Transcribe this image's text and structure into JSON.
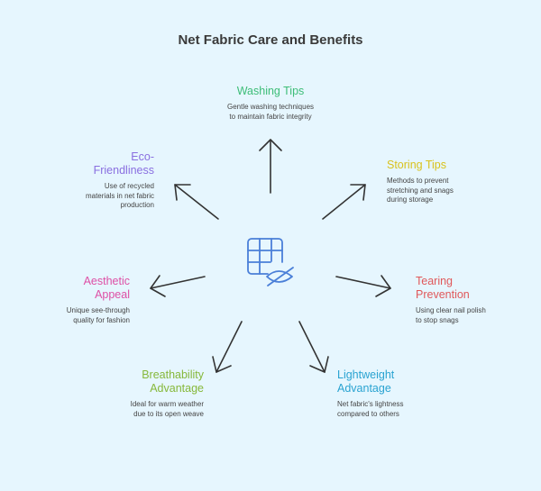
{
  "title": "Net Fabric Care and Benefits",
  "center_icon": "net-fabric-grid-icon",
  "nodes": [
    {
      "id": "washing",
      "title": "Washing Tips",
      "description": "Gentle washing techniques to maintain fabric integrity",
      "color": "#3dbd78"
    },
    {
      "id": "storing",
      "title": "Storing Tips",
      "description": "Methods to prevent stretching and snags during storage",
      "color": "#d9c21c"
    },
    {
      "id": "tearing",
      "title": "Tearing Prevention",
      "description": "Using clear nail polish to stop snags",
      "color": "#e0585a"
    },
    {
      "id": "lightweight",
      "title": "Lightweight Advantage",
      "description": "Net fabric's lightness compared to others",
      "color": "#29a3d1"
    },
    {
      "id": "breathability",
      "title": "Breathability Advantage",
      "description": "Ideal for warm weather due to its open weave",
      "color": "#86b83a"
    },
    {
      "id": "aesthetic",
      "title": "Aesthetic Appeal",
      "description": "Unique see-through quality for fashion",
      "color": "#de4fa5"
    },
    {
      "id": "eco",
      "title": "Eco-Friendliness",
      "description": "Use of recycled materials in net fabric production",
      "color": "#8a6fe0"
    }
  ],
  "colors": {
    "background": "#e6f6fe",
    "arrow": "#333333",
    "icon": "#4a7fd8"
  }
}
